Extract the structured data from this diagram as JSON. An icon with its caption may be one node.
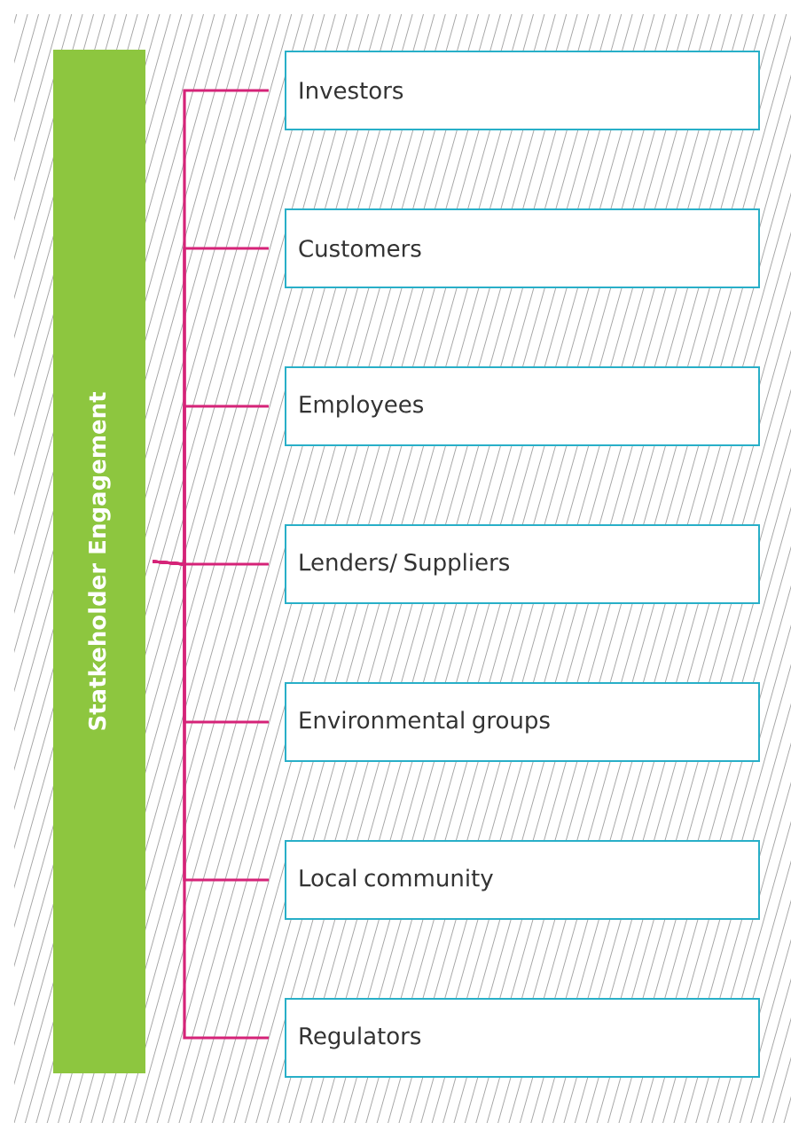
{
  "diagram": {
    "nodes": [
      {
        "text": [
          "Statkeholder Engagement"
        ]
      },
      {
        "text": [
          "Investors"
        ]
      },
      {
        "text": [
          "Customers"
        ]
      },
      {
        "text": [
          "Employees"
        ]
      },
      {
        "text": [
          "Lenders/ Suppliers"
        ]
      },
      {
        "text": [
          "Environmental groups"
        ]
      },
      {
        "text": [
          "Local community"
        ]
      },
      {
        "text": [
          "Regulators"
        ]
      }
    ],
    "edges": [
      {
        "from": 0,
        "to": 1,
        "arrow": "none"
      },
      {
        "from": 0,
        "to": 2,
        "arrow": "none"
      },
      {
        "from": 0,
        "to": 3,
        "arrow": "none"
      },
      {
        "from": 0,
        "to": 4,
        "arrow": "none"
      },
      {
        "from": 0,
        "to": 5,
        "arrow": "none"
      },
      {
        "from": 0,
        "to": 6,
        "arrow": "none"
      },
      {
        "from": 0,
        "to": 7,
        "arrow": "none"
      }
    ]
  }
}
